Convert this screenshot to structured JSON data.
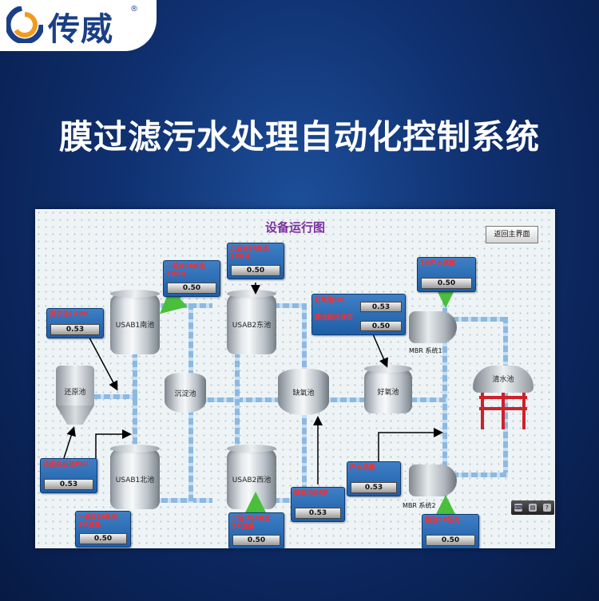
{
  "brand": {
    "name": "传威",
    "registered": "®"
  },
  "headline": "膜过滤污水处理自动化控制系统",
  "scada": {
    "title": "设备运行图",
    "home_button": "返回主界面",
    "tanks": {
      "usab1_south": "USAB1南池",
      "usab2_east": "USAB2东池",
      "usab1_north": "USAB1北池",
      "usab2_west": "USAB2西池",
      "sedimentation": "沉淀池",
      "anoxic": "缺氧池",
      "aerobic": "好氧池",
      "reduction": "还原池",
      "clean_water": "清水池"
    },
    "pumps": {
      "mbr1": "MBR 系统1",
      "mbr2": "MBR 系统2"
    },
    "cards": {
      "regulating_ph": {
        "label": "调节池1#PH",
        "value": "0.53"
      },
      "usab1_ph": {
        "label": "一级USAB池 1#PH",
        "value": "0.50"
      },
      "usab2_ph": {
        "label": "二级USAB池 1#PH",
        "value": "0.50"
      },
      "aerobic_do": {
        "label": "好氧池DO",
        "value": "0.53"
      },
      "membrane_level": {
        "label": "膜池静压液位",
        "value": "0.50"
      },
      "water_flow1": {
        "label": "1#产水流量",
        "value": "0.50"
      },
      "reduction_ph": {
        "label": "还原反应池PH1",
        "value": "0.53"
      },
      "usab1_flow": {
        "label": "一级USAB池 3#流量",
        "value": "0.50"
      },
      "usab2_flow": {
        "label": "二级USAB池 2#流量",
        "value": "0.50"
      },
      "anoxic_orp": {
        "label": "缺氧池ORP",
        "value": "0.53"
      },
      "water_flow": {
        "label": "产水流量",
        "value": "0.53"
      },
      "membrane_pressure": {
        "label": "膜池2#压力",
        "value": "0.50"
      }
    }
  },
  "colors": {
    "accent_title": "#7b2fa0",
    "card_label": "#ff2b2b",
    "card_bg": "#1e5ea8",
    "pipe": "#8db9e0"
  }
}
